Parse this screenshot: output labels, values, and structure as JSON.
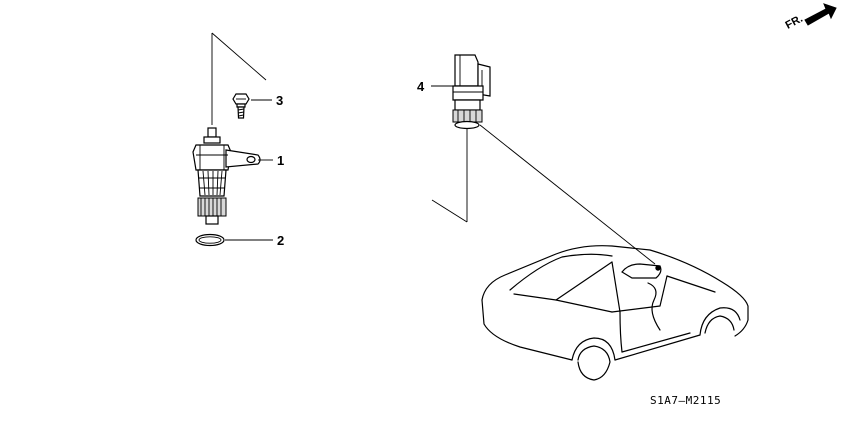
{
  "diagram": {
    "callouts": [
      {
        "id": "1",
        "label": "1"
      },
      {
        "id": "2",
        "label": "2"
      },
      {
        "id": "3",
        "label": "3"
      },
      {
        "id": "4",
        "label": "4"
      }
    ],
    "direction_label": "FR.",
    "diagram_code": "S1A7—M2115"
  },
  "colors": {
    "line": "#000000",
    "background": "#ffffff"
  }
}
